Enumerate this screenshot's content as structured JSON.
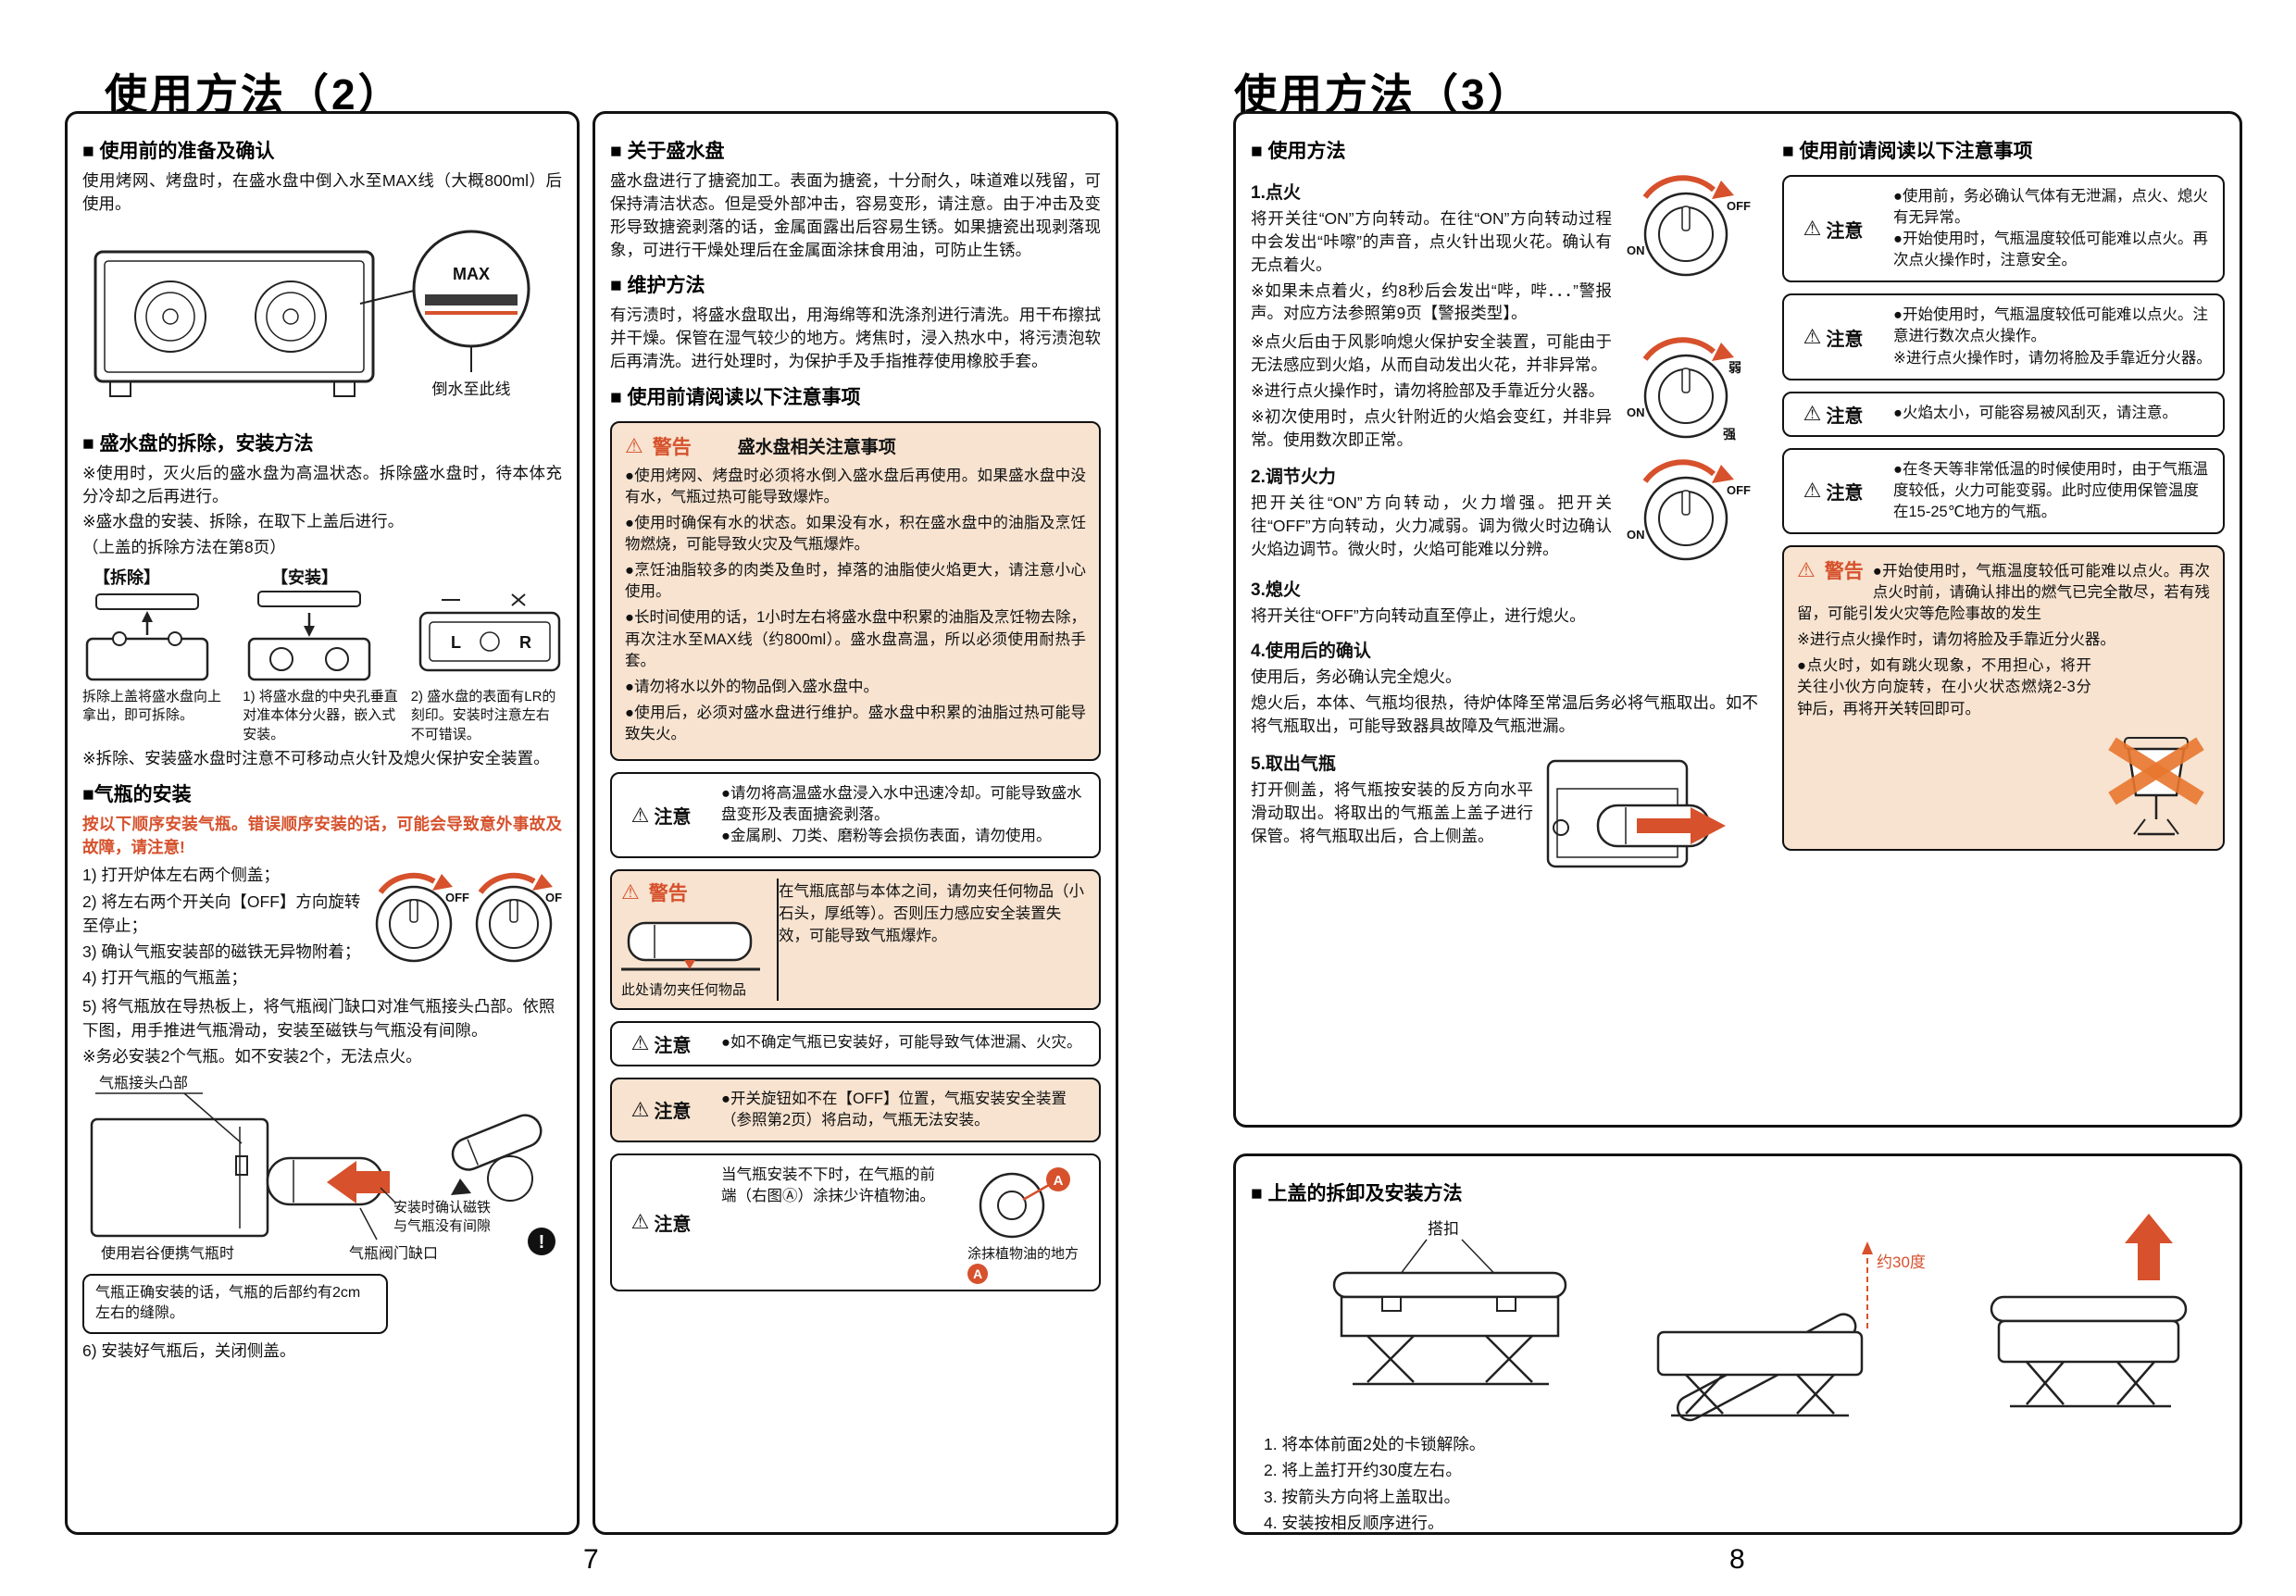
{
  "accent": "#d6512c",
  "icons": {
    "warning_triangle": "⚠",
    "exclamation": "!",
    "square_bullet": "■"
  },
  "left_page": {
    "title": "使用方法（2）",
    "page_number": "7",
    "col1": {
      "prep_title": "■ 使用前的准备及确认",
      "prep_body": "使用烤网、烤盘时，在盛水盘中倒入水至MAX线（大概800ml）后使用。",
      "max_label": "MAX",
      "pour_label": "倒水至此线",
      "tray_title": "■ 盛水盘的拆除，安装方法",
      "tray_note1": "※使用时，灭火后的盛水盘为高温状态。拆除盛水盘时，待本体充分冷却之后再进行。",
      "tray_note2": "※盛水盘的安装、拆除，在取下上盖后进行。",
      "tray_note2b": "（上盖的拆除方法在第8页）",
      "remove_label": "【拆除】",
      "install_label": "【安装】",
      "lr_l": "L",
      "lr_r": "R",
      "cap1": "拆除上盖将盛水盘向上拿出，即可拆除。",
      "cap2": "1) 将盛水盘的中央孔垂直对准本体分火器，嵌入式安装。",
      "cap3": "2) 盛水盘的表面有LR的刻印。安装时注意左右不可错误。",
      "tray_note3": "※拆除、安装盛水盘时注意不可移动点火针及熄火保护安全装置。",
      "cart_title": "■气瓶的安装",
      "cart_warning": "按以下顺序安装气瓶。错误顺序安装的话，可能会导致意外事故及故障，请注意!",
      "cart_steps": [
        "1) 打开炉体左右两个侧盖；",
        "2) 将左右两个开关向【OFF】方向旋转至停止；",
        "3) 确认气瓶安装部的磁铁无异物附着；",
        "4) 打开气瓶的气瓶盖；",
        "5) 将气瓶放在导热板上，将气瓶阀门缺口对准气瓶接头凸部。依照下图，用手推进气瓶滑动，安装至磁铁与气瓶没有间隙。"
      ],
      "cart_note": "※务必安装2个气瓶。如不安装2个，无法点火。",
      "dial_off": "OFF",
      "label_joint": "气瓶接头凸部",
      "label_valve": "气瓶阀门缺口",
      "label_magnet1": "安装时确认磁铁",
      "label_magnet2": "与气瓶没有间隙",
      "label_iwatani": "使用岩谷便携气瓶时",
      "gap_note": "气瓶正确安装的话，气瓶的后部约有2cm左右的缝隙。",
      "step6": "6) 安装好气瓶后，关闭侧盖。"
    },
    "col2": {
      "about_title": "■ 关于盛水盘",
      "about_body": "盛水盘进行了搪瓷加工。表面为搪瓷，十分耐久，味道难以残留，可保持清洁状态。但是受外部冲击，容易变形，请注意。由于冲击及变形导致搪瓷剥落的话，金属面露出后容易生锈。如果搪瓷出现剥落现象，可进行干燥处理后在金属面涂抹食用油，可防止生锈。",
      "maint_title": "■ 维护方法",
      "maint_body": "有污渍时，将盛水盘取出，用海绵等和洗涤剂进行清洗。用干布擦拭并干燥。保管在湿气较少的地方。烤焦时，浸入热水中，将污渍泡软后再清洗。进行处理时，为保护手及手指推荐使用橡胶手套。",
      "prec_title": "■ 使用前请阅读以下注意事项",
      "warn1_label": "警告",
      "warn1_title": "盛水盘相关注意事项",
      "warn1_items": [
        "●使用烤网、烤盘时必须将水倒入盛水盘后再使用。如果盛水盘中没有水，气瓶过热可能导致爆炸。",
        "●使用时确保有水的状态。如果没有水，积在盛水盘中的油脂及烹饪物燃烧，可能导致火灾及气瓶爆炸。",
        "●烹饪油脂较多的肉类及鱼时，掉落的油脂使火焰更大，请注意小心使用。",
        "●长时间使用的话，1小时左右将盛水盘中积累的油脂及烹饪物去除，再次注水至MAX线（约800ml）。盛水盘高温，所以必须使用耐热手套。",
        "●请勿将水以外的物品倒入盛水盘中。",
        "●使用后，必须对盛水盘进行维护。盛水盘中积累的油脂过热可能导致失火。"
      ],
      "note1_label": "注意",
      "note1_items": [
        "●请勿将高温盛水盘浸入水中迅速冷却。可能导致盛水盘变形及表面搪瓷剥落。",
        "●金属刷、刀类、磨粉等会损伤表面，请勿使用。"
      ],
      "warn2_label": "警告",
      "warn2_text": "在气瓶底部与本体之间，请勿夹任何物品（小石头，厚纸等）。否则压力感应安全装置失效，可能导致气瓶爆炸。",
      "warn2_caption": "此处请勿夹任何物品",
      "note2_label": "注意",
      "note2_text": "●如不确定气瓶已安装好，可能导致气体泄漏、火灾。",
      "note3_label": "注意",
      "note3_text": "●开关旋钮如不在【OFF】位置，气瓶安装安全装置（参照第2页）将启动，气瓶无法安装。",
      "note4_label": "注意",
      "note4_text": "当气瓶安装不下时，在气瓶的前端（右图Ⓐ）涂抹少许植物油。",
      "note4_caption": "涂抹植物油的地方",
      "marker_a": "A"
    }
  },
  "right_page": {
    "title": "使用方法（3）",
    "page_number": "8",
    "usage": {
      "title": "■ 使用方法",
      "s1_title": "1.点火",
      "s1_body": "将开关往“ON”方向转动。在往“ON”方向转动过程中会发出“咔嚓”的声音，点火针出现火花。确认有无点着火。",
      "s1_note1": "※如果未点着火，约8秒后会发出“哔，哔．．．”警报声。对应方法参照第9页【警报类型】。",
      "s1_note2": "※点火后由于风影响熄火保护安全装置，可能由于无法感应到火焰，从而自动发出火花，并非异常。",
      "s1_note3": "※进行点火操作时，请勿将脸部及手靠近分火器。",
      "s1_note4": "※初次使用时，点火针附近的火焰会变红，并非异常。使用数次即正常。",
      "s2_title": "2.调节火力",
      "s2_body": "把开关往“ON”方向转动，火力增强。把开关往“OFF”方向转动，火力减弱。调为微火时边确认火焰边调节。微火时，火焰可能难以分辨。",
      "s3_title": "3.熄火",
      "s3_body": "将开关往“OFF”方向转动直至停止，进行熄火。",
      "s4_title": "4.使用后的确认",
      "s4_body1": "使用后，务必确认完全熄火。",
      "s4_body2": "熄火后，本体、气瓶均很热，待炉体降至常温后务必将气瓶取出。如不将气瓶取出，可能导致器具故障及气瓶泄漏。",
      "s5_title": "5.取出气瓶",
      "s5_body": "打开侧盖，将气瓶按安装的反方向水平滑动取出。将取出的气瓶盖上盖子进行保管。将气瓶取出后，合上侧盖。",
      "dial_on": "ON",
      "dial_off": "OFF",
      "dial_weak": "弱",
      "dial_strong": "强"
    },
    "prec": {
      "title": "■ 使用前请阅读以下注意事项",
      "n1_label": "注意",
      "n1_items": [
        "●使用前，务必确认气体有无泄漏，点火、熄火有无异常。",
        "●开始使用时，气瓶温度较低可能难以点火。再次点火操作时，注意安全。"
      ],
      "n2_label": "注意",
      "n2_items": [
        "●开始使用时，气瓶温度较低可能难以点火。注意进行数次点火操作。",
        "※进行点火操作时，请勿将脸及手靠近分火器。"
      ],
      "n3_label": "注意",
      "n3_items": [
        "●火焰太小，可能容易被风刮灭，请注意。"
      ],
      "n4_label": "注意",
      "n4_items": [
        "●在冬天等非常低温的时候使用时，由于气瓶温度较低，火力可能变弱。此时应使用保管温度在15-25℃地方的气瓶。"
      ],
      "w_label": "警告",
      "w_item1": "●开始使用时，气瓶温度较低可能难以点火。再次点火时前，请确认排出的燃气已完全散尽，若有残留，可能引发火灾等危险事故的发生",
      "w_item2": "※进行点火操作时，请勿将脸及手靠近分火器。",
      "w_item3": "●点火时，如有跳火现象，不用担心，将开关往小伙方向旋转，在小火状态燃烧2-3分钟后，再将开关转回即可。"
    },
    "lid": {
      "title": "■ 上盖的拆卸及安装方法",
      "label_clasp": "搭扣",
      "label_degree": "约30度",
      "steps": [
        "1. 将本体前面2处的卡锁解除。",
        "2. 将上盖打开约30度左右。",
        "3. 按箭头方向将上盖取出。",
        "4. 安装按相反顺序进行。"
      ]
    }
  }
}
